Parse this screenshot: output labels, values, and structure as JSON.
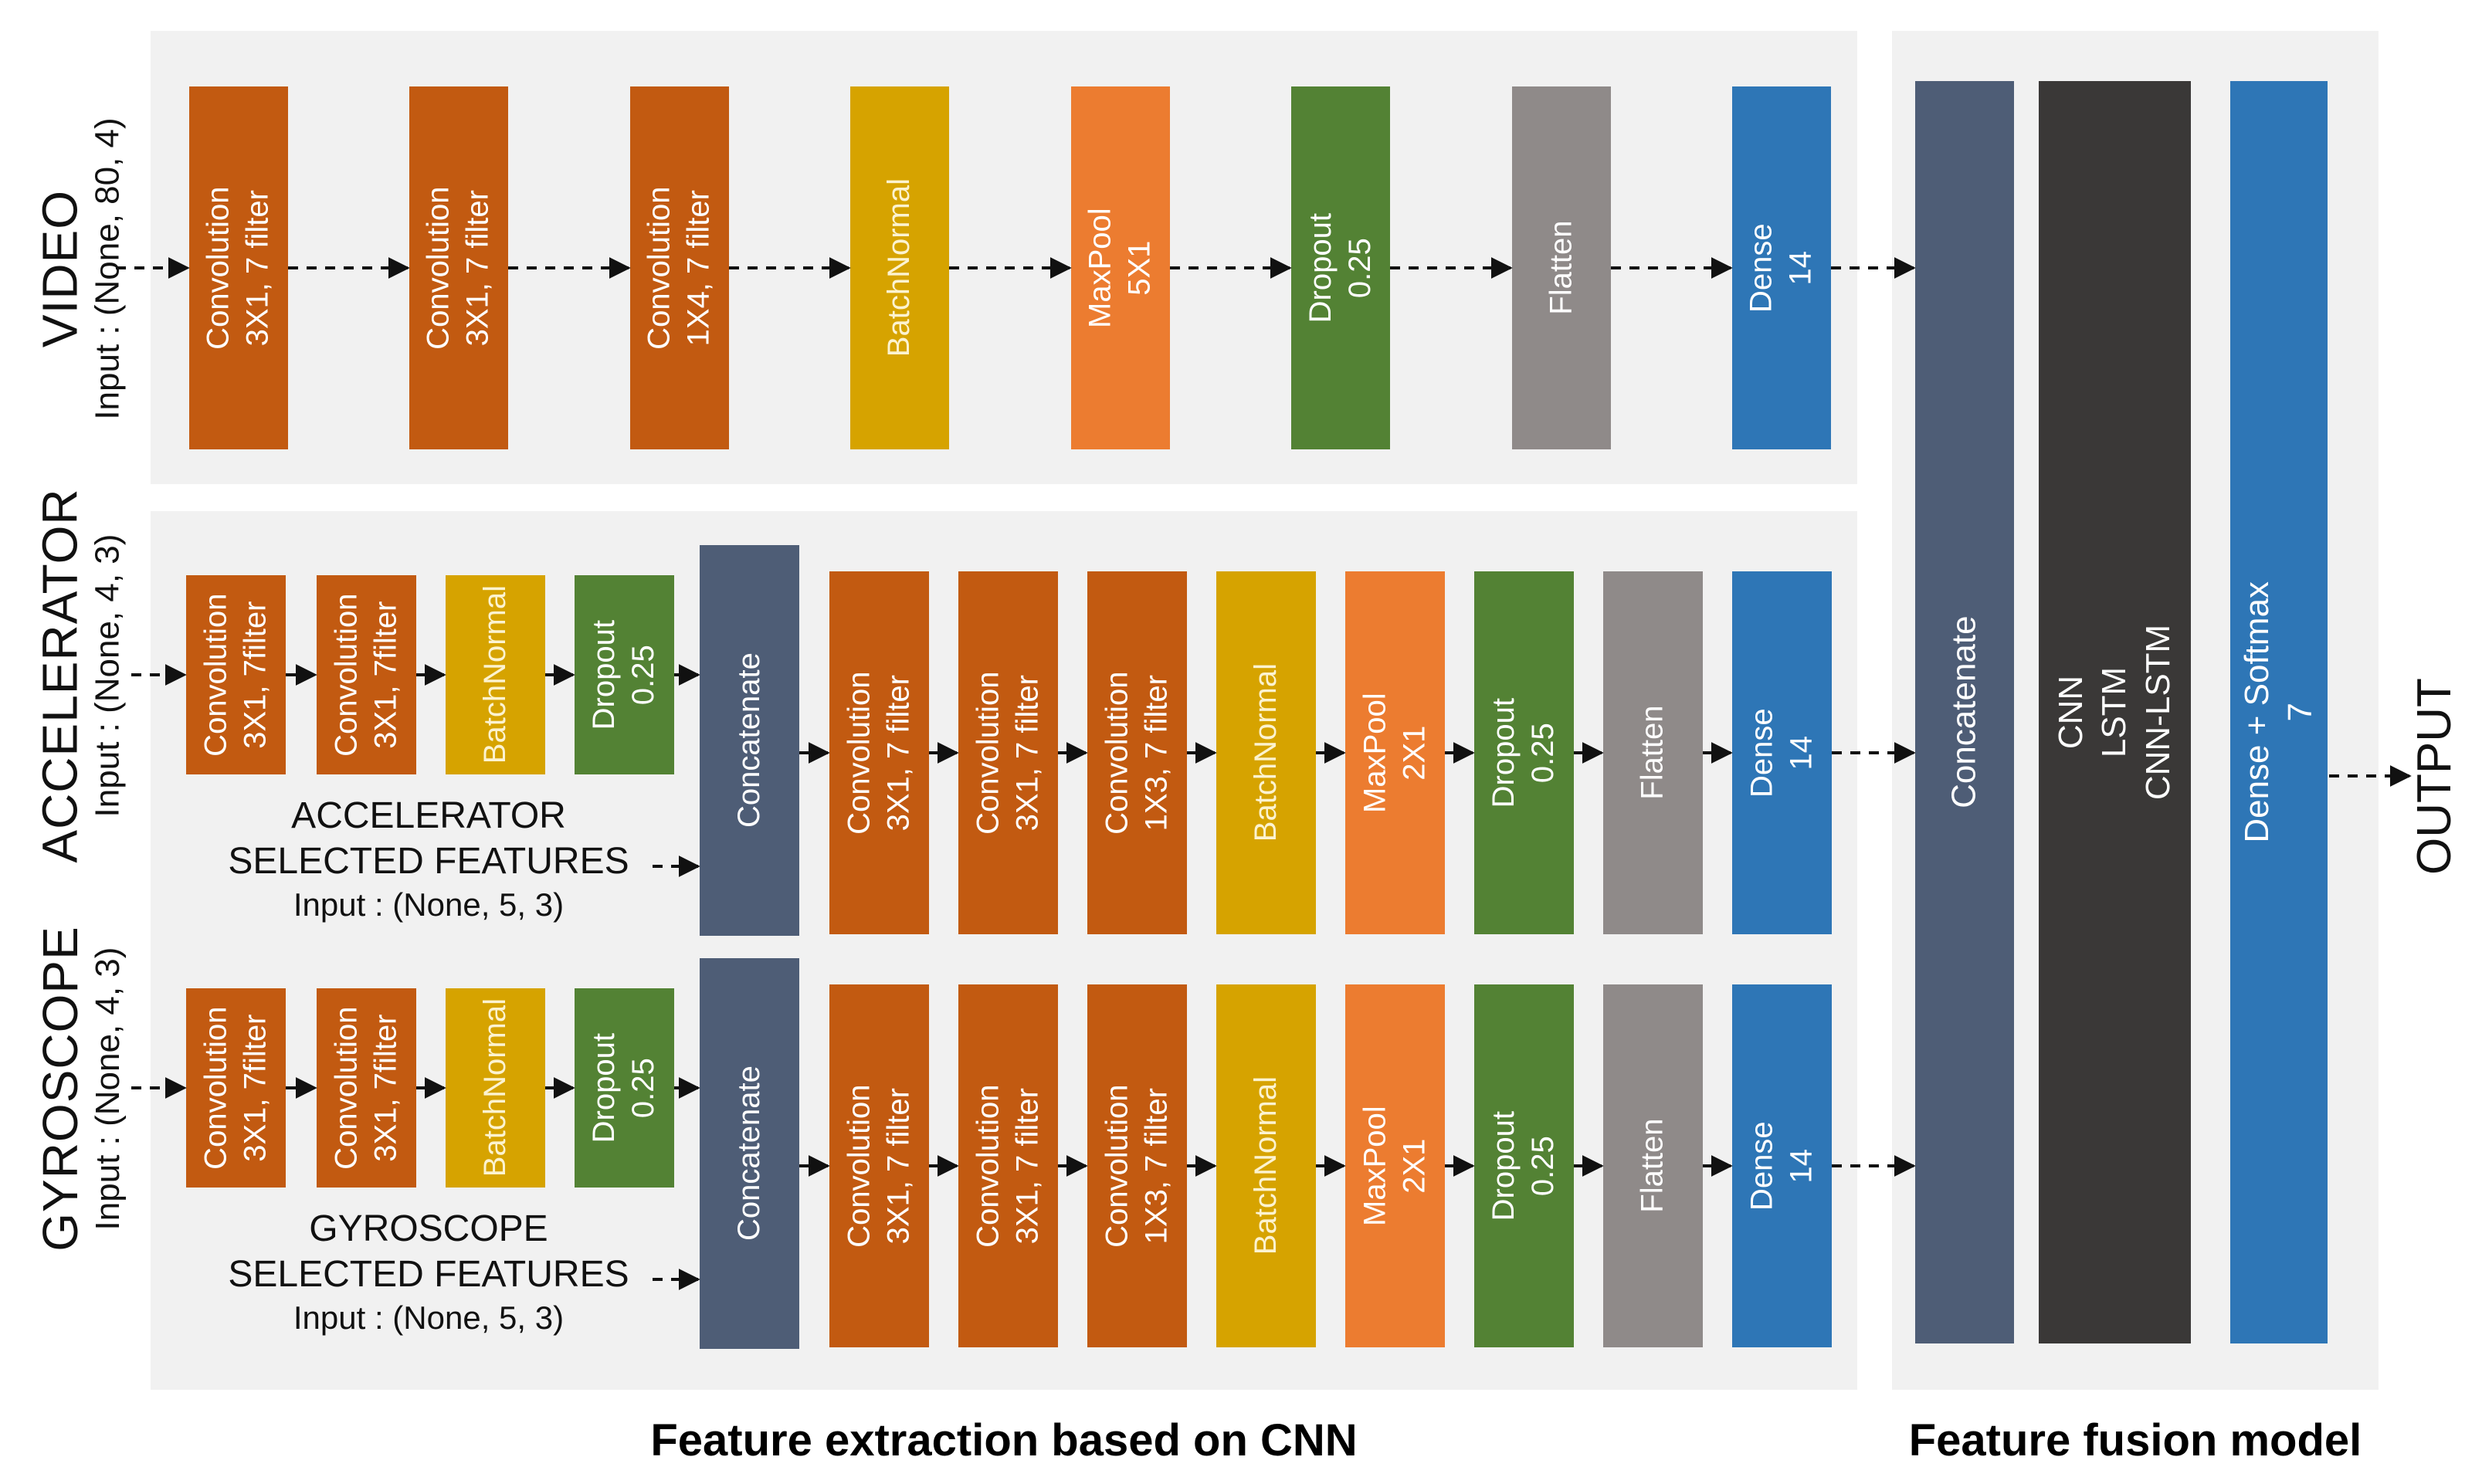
{
  "captions": {
    "left": "Feature extraction based on CNN",
    "right": "Feature fusion model"
  },
  "rows": [
    {
      "name": "VIDEO",
      "input": "Input : (None, 80, 4)"
    },
    {
      "name": "ACCELERATOR",
      "input": "Input : (None, 4, 3)"
    },
    {
      "name": "GYROSCOPE",
      "input": "Input : (None, 4, 3)"
    }
  ],
  "video_layers": [
    {
      "line1": "Convolution",
      "line2": "3X1, 7 filter"
    },
    {
      "line1": "Convolution",
      "line2": "3X1, 7 filter"
    },
    {
      "line1": "Convolution",
      "line2": "1X4, 7 filter"
    },
    {
      "line1": "BatchNormal",
      "line2": ""
    },
    {
      "line1": "MaxPool",
      "line2": "5X1"
    },
    {
      "line1": "Dropout",
      "line2": "0.25"
    },
    {
      "line1": "Flatten",
      "line2": ""
    },
    {
      "line1": "Dense",
      "line2": "14"
    }
  ],
  "accelerator": {
    "pre_layers": [
      {
        "line1": "Convolution",
        "line2": "3X1, 7filter"
      },
      {
        "line1": "Convolution",
        "line2": "3X1, 7filter"
      },
      {
        "line1": "BatchNormal",
        "line2": ""
      },
      {
        "line1": "Dropout",
        "line2": "0.25"
      }
    ],
    "concatenate": "Concatenate",
    "selected": {
      "line1": "ACCELERATOR",
      "line2": "SELECTED FEATURES",
      "line3": "Input : (None, 5, 3)"
    },
    "post_layers": [
      {
        "line1": "Convolution",
        "line2": "3X1, 7 filter"
      },
      {
        "line1": "Convolution",
        "line2": "3X1, 7 filter"
      },
      {
        "line1": "Convolution",
        "line2": "1X3, 7 filter"
      },
      {
        "line1": "BatchNormal",
        "line2": ""
      },
      {
        "line1": "MaxPool",
        "line2": "2X1"
      },
      {
        "line1": "Dropout",
        "line2": "0.25"
      },
      {
        "line1": "Flatten",
        "line2": ""
      },
      {
        "line1": "Dense",
        "line2": "14"
      }
    ]
  },
  "gyroscope": {
    "pre_layers": [
      {
        "line1": "Convolution",
        "line2": "3X1, 7filter"
      },
      {
        "line1": "Convolution",
        "line2": "3X1, 7filter"
      },
      {
        "line1": "BatchNormal",
        "line2": ""
      },
      {
        "line1": "Dropout",
        "line2": "0.25"
      }
    ],
    "concatenate": "Concatenate",
    "selected": {
      "line1": "GYROSCOPE",
      "line2": "SELECTED FEATURES",
      "line3": "Input : (None, 5, 3)"
    },
    "post_layers": [
      {
        "line1": "Convolution",
        "line2": "3X1, 7 filter"
      },
      {
        "line1": "Convolution",
        "line2": "3X1, 7 filter"
      },
      {
        "line1": "Convolution",
        "line2": "1X3, 7 filter"
      },
      {
        "line1": "BatchNormal",
        "line2": ""
      },
      {
        "line1": "MaxPool",
        "line2": "2X1"
      },
      {
        "line1": "Dropout",
        "line2": "0.25"
      },
      {
        "line1": "Flatten",
        "line2": ""
      },
      {
        "line1": "Dense",
        "line2": "14"
      }
    ]
  },
  "fusion": {
    "concatenate": "Concatenate",
    "models": {
      "line1": "CNN",
      "line2": "LSTM",
      "line3": "CNN-LSTM"
    },
    "dense": {
      "line1": "Dense + Softmax",
      "line2": "7"
    }
  },
  "output_label": "OUTPUT",
  "colors": {
    "convolution": "#c25a11",
    "batchnormal": "#d6a300",
    "maxpool": "#ec7c30",
    "dropout": "#538234",
    "flatten": "#8f8a89",
    "dense": "#2e76b6",
    "concatenate": "#4e5d76",
    "fusion_models": "#3a3837",
    "panel_background": "#f1f1f1",
    "arrow": "#111111"
  }
}
